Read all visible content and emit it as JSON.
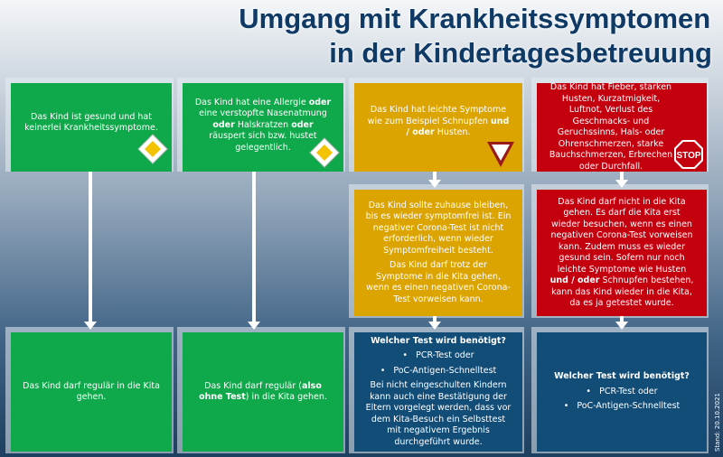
{
  "title": {
    "line1": "Umgang mit Krankheitssymptomen",
    "line2": "in der Kindertagesbetreuung"
  },
  "col1": {
    "top": "Das Kind ist gesund und hat keinerlei Krankheitssymptome.",
    "bottom": "Das Kind darf regulär in die Kita gehen."
  },
  "col2": {
    "top_a": "Das Kind hat eine Allergie ",
    "top_b": "oder",
    "top_c": " eine verstopfte Nasenatmung ",
    "top_d": "oder",
    "top_e": " Halskratzen ",
    "top_f": "oder",
    "top_g": " räuspert sich bzw. hustet gelegentlich.",
    "bottom_a": "Das Kind darf regulär (",
    "bottom_b": "also ohne Test",
    "bottom_c": ") in die Kita gehen."
  },
  "col3": {
    "top_a": "Das Kind hat leichte Symptome wie zum Beispiel Schnupfen ",
    "top_b": "und / oder",
    "top_c": " Husten.",
    "mid_p1": "Das Kind sollte zuhause bleiben, bis es wieder symptomfrei ist. Ein negativer Corona-Test ist nicht erforderlich, wenn wieder Symptomfreiheit besteht.",
    "mid_p2": "Das Kind darf trotz der Symptome in die Kita gehen, wenn es einen negativen Corona-Test vorweisen kann.",
    "test_q": "Welcher Test wird benötigt?",
    "test_1": "PCR-Test oder",
    "test_2": "PoC-Antigen-Schnelltest",
    "note": "Bei nicht eingeschulten Kindern kann auch eine Bestätigung der Eltern vorgelegt werden, dass vor dem Kita-Besuch ein Selbsttest mit negativem Ergebnis durchgeführt wurde."
  },
  "col4": {
    "top": "Das Kind hat Fieber, starken Husten, Kurzatmigkeit, Luftnot, Verlust des Geschmacks- und Geruchssinns, Hals- oder Ohrenschmerzen, starke Bauchschmerzen, Erbrechen oder Durchfall.",
    "stop": "STOP",
    "mid_a": "Das Kind darf nicht in die Kita gehen. Es darf die Kita erst wieder besuchen, wenn es einen negativen Corona-Test vorweisen kann. Zudem muss es wieder gesund sein. Sofern nur noch leichte Symptome wie Husten ",
    "mid_b": "und / oder",
    "mid_c": " Schnupfen bestehen, kann das Kind wieder in die Kita, da es ja getestet wurde.",
    "test_q": "Welcher Test wird benötigt?",
    "test_1": "PCR-Test oder",
    "test_2": "PoC-Antigen-Schnelltest"
  },
  "stand": "Stand: 20.10.2021",
  "colors": {
    "green": "#0fa84a",
    "yellow": "#dca400",
    "red": "#c4000e",
    "blue": "#124d78",
    "title": "#0f3a66"
  }
}
